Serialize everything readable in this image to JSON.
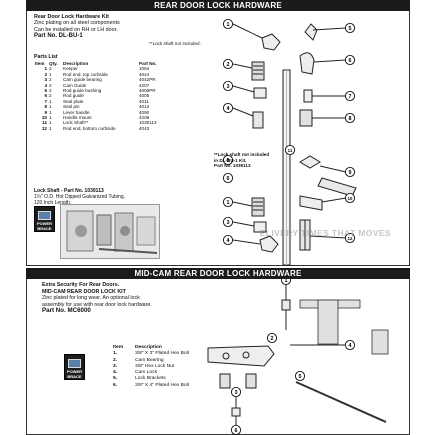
{
  "banner_top": "REAR DOOR LOCK HARDWARE",
  "kit": {
    "title": "Rear Door Lock Hardware Kit",
    "line1": "Zinc plating on all steel components",
    "line2": "Can be installed on RH or LH door.",
    "part_no": "Part No. DL-BU-1",
    "note": "**Lock shaft not included."
  },
  "parts": {
    "title": "Parts List",
    "headers": [
      "Item",
      "Qty.",
      "Description",
      "Part No."
    ],
    "rows": [
      [
        "1",
        "2",
        "Keeper",
        "1064"
      ],
      [
        "2",
        "1",
        "Rod end, top curbside",
        "4044"
      ],
      [
        "3",
        "2",
        "Cam guide bearing",
        "4042PR"
      ],
      [
        "4",
        "2",
        "Cam Guide",
        "4207"
      ],
      [
        "5",
        "2",
        "Rod guide bushing",
        "4006PR"
      ],
      [
        "6",
        "2",
        "Rod guide",
        "4005"
      ],
      [
        "7",
        "1",
        "Seal plate",
        "4011"
      ],
      [
        "8",
        "1",
        "Seal pin",
        "4012"
      ],
      [
        "9",
        "1",
        "Lever handle",
        "4090"
      ],
      [
        "10",
        "1",
        "Handle mount",
        "4208"
      ],
      [
        "11",
        "1",
        "Lock Shaft**",
        "1039113"
      ],
      [
        "12",
        "1",
        "Rod end, bottom curbside",
        "4043"
      ]
    ]
  },
  "shaft": {
    "title": "Lock Shaft - Part No. 1039113",
    "line1": "1¼\" O.D. Hot Dipped Galvanized Tubing,",
    "line2": "120 Inch Length."
  },
  "logo_text": "POWER BRACE",
  "diagram_note": {
    "line1": "**Lock shaft not included",
    "line2": "in DL-BU-1 Kit.",
    "line3": "Part No. 1039113"
  },
  "watermark": "ELIVERY TIMES THAT MOVES",
  "banner_mid": "MID-CAM REAR DOOR LOCK HARDWARE",
  "midcam": {
    "intro": "Extra Security For Rear Doors.",
    "title": "MID-CAM REAR DOOR LOCK KIT",
    "line1": "Zinc plated for long wear. An optional lock",
    "line2": "assembly for use with rear door lock hardware.",
    "part_no": "Part No. MC6000",
    "list_headers": [
      "Item",
      "Description"
    ],
    "items": [
      [
        "1.",
        "3/8\" X 3\" Plated Hex Bolt"
      ],
      [
        "2.",
        "Cam Bearing"
      ],
      [
        "3.",
        "3/8\" Hex Lock Nut"
      ],
      [
        "4.",
        "Cam Lock"
      ],
      [
        "5.",
        "Lock Brackets"
      ],
      [
        "6.",
        "3/8\" X 4\" Plated Hex Bolt"
      ]
    ]
  },
  "callouts_top": [
    "1",
    "2",
    "3",
    "4",
    "5",
    "6",
    "7",
    "8",
    "9",
    "10",
    "11",
    "12",
    "1",
    "3",
    "4",
    "5",
    "6"
  ],
  "callouts_bot": [
    "1",
    "2",
    "3",
    "4",
    "5",
    "6"
  ],
  "colors": {
    "banner": "#1b1b1b",
    "logo_blue": "#5a7fa8",
    "line": "#222222"
  }
}
